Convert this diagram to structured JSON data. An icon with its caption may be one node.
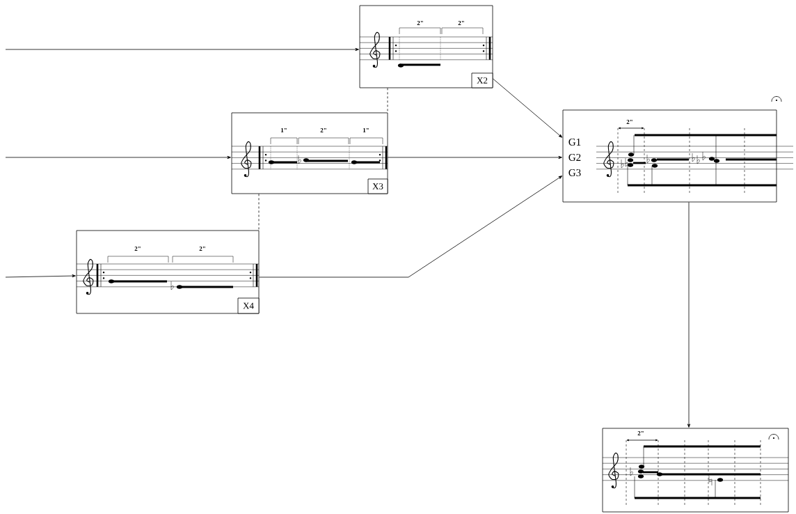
{
  "diagram": {
    "nodes": [
      {
        "text": [
          "2\"",
          "2\""
        ]
      },
      {
        "text": [
          "X2"
        ],
        "in": 0
      },
      {
        "text": [
          "1\"",
          "2\"",
          "1\""
        ]
      },
      {
        "text": [
          "X3"
        ],
        "in": 2
      },
      {
        "text": [
          "2\"",
          "2\""
        ]
      },
      {
        "text": [
          "X4"
        ],
        "in": 4
      },
      {
        "text": [
          "G1",
          "G2",
          "G3",
          "2\""
        ]
      },
      {
        "text": [
          "2\""
        ]
      }
    ],
    "edges": [
      {
        "from": null,
        "to": 0,
        "arrow": "to"
      },
      {
        "from": null,
        "to": 2,
        "arrow": "to"
      },
      {
        "from": null,
        "to": 4,
        "arrow": "to"
      },
      {
        "from": 0,
        "to": 6,
        "arrow": "to"
      },
      {
        "from": 2,
        "to": 6,
        "arrow": "to"
      },
      {
        "from": 4,
        "to": 6,
        "arrow": "to"
      },
      {
        "from": 6,
        "to": 7,
        "arrow": "to"
      },
      {
        "from": 0,
        "to": 2,
        "arrow": "none",
        "style": "dashed"
      },
      {
        "from": 2,
        "to": 4,
        "arrow": "none",
        "style": "dashed"
      }
    ]
  }
}
